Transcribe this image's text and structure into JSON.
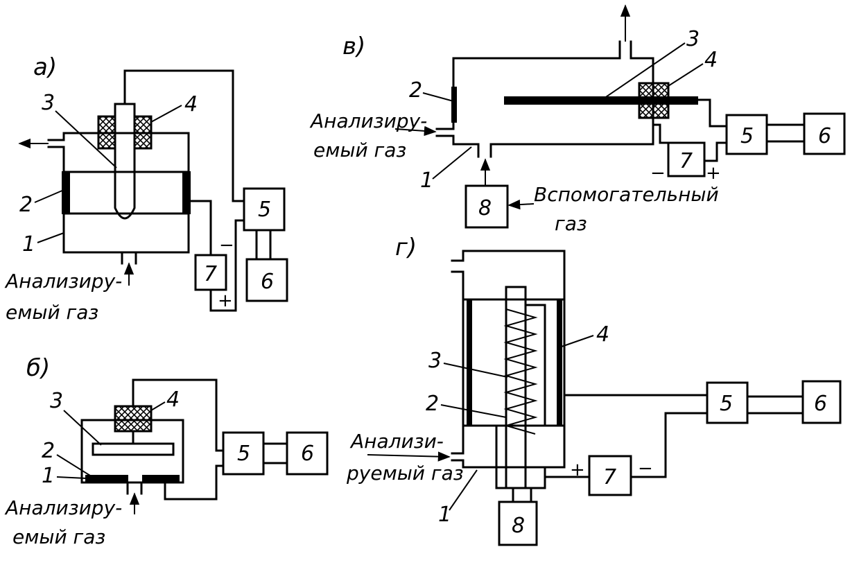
{
  "panels": {
    "a": {
      "label": "а)",
      "parts": [
        "1",
        "2",
        "3",
        "4",
        "5",
        "6",
        "7"
      ],
      "gas_label": [
        "Анализиру-",
        "емый  газ"
      ],
      "minus": "−",
      "plus": "+"
    },
    "b": {
      "label": "б)",
      "parts": [
        "1",
        "2",
        "3",
        "4",
        "5",
        "6"
      ],
      "gas_label": [
        "Анализиру-",
        "емый  газ"
      ]
    },
    "v": {
      "label": "в)",
      "parts": [
        "1",
        "2",
        "3",
        "4",
        "5",
        "6",
        "7",
        "8"
      ],
      "gas_label": [
        "Анализиру-",
        "емый  газ"
      ],
      "aux_gas_label": [
        "Вспомогательный",
        "газ"
      ],
      "minus": "−",
      "plus": "+"
    },
    "g": {
      "label": "г)",
      "parts": [
        "1",
        "2",
        "3",
        "4",
        "5",
        "6",
        "7",
        "8"
      ],
      "gas_label": [
        "Анализи-",
        "руемый газ"
      ],
      "minus": "−",
      "plus": "+"
    }
  }
}
